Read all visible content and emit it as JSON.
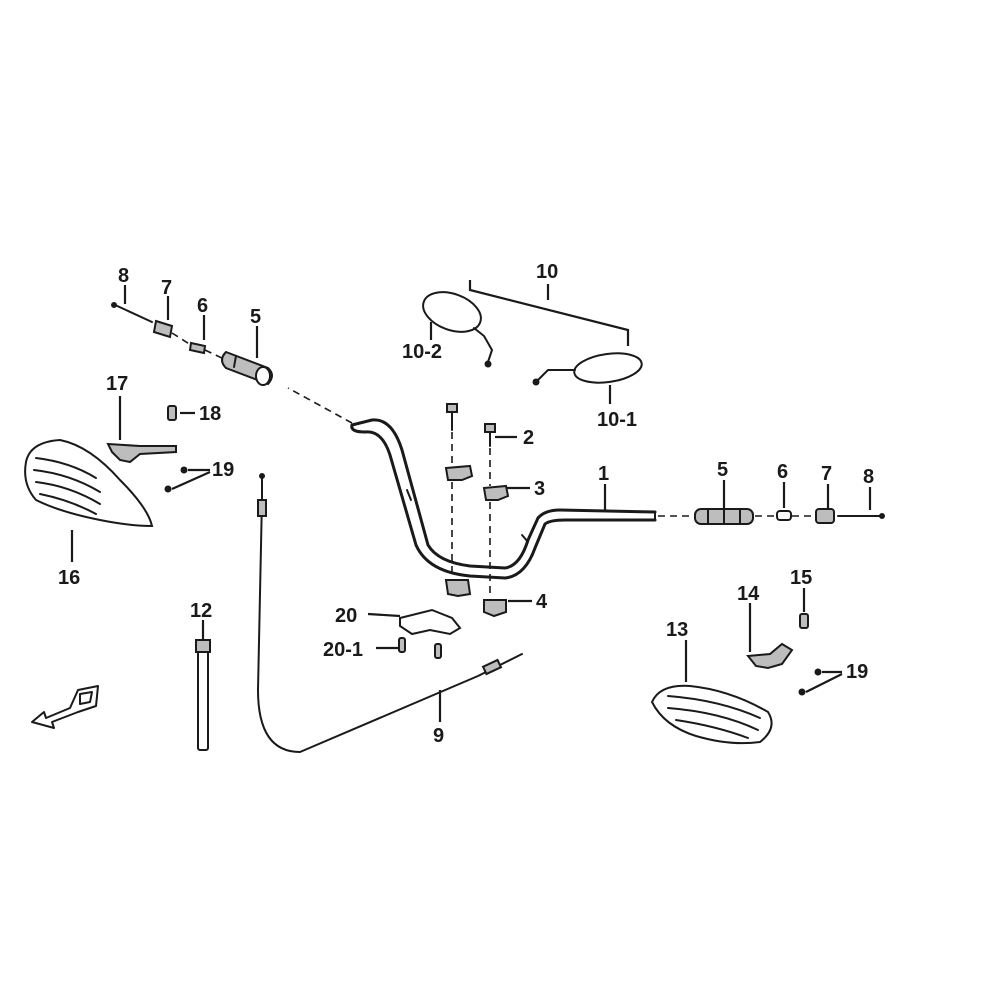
{
  "callouts": {
    "c1": "1",
    "c2": "2",
    "c3": "3",
    "c4": "4",
    "c5_left": "5",
    "c5_right": "5",
    "c6_left": "6",
    "c6_right": "6",
    "c7_left": "7",
    "c7_right": "7",
    "c8_left": "8",
    "c8_right": "8",
    "c9": "9",
    "c10": "10",
    "c10_1": "10-1",
    "c10_2": "10-2",
    "c12": "12",
    "c13": "13",
    "c14": "14",
    "c15": "15",
    "c16": "16",
    "c17": "17",
    "c18": "18",
    "c19_left": "19",
    "c19_right": "19",
    "c20": "20",
    "c20_1": "20-1"
  },
  "icons": {
    "front_arrow": "front-direction-arrow-icon"
  },
  "colors": {
    "line": "#1a1a1a",
    "background": "#ffffff",
    "part_fill": "#bdbdbd"
  }
}
